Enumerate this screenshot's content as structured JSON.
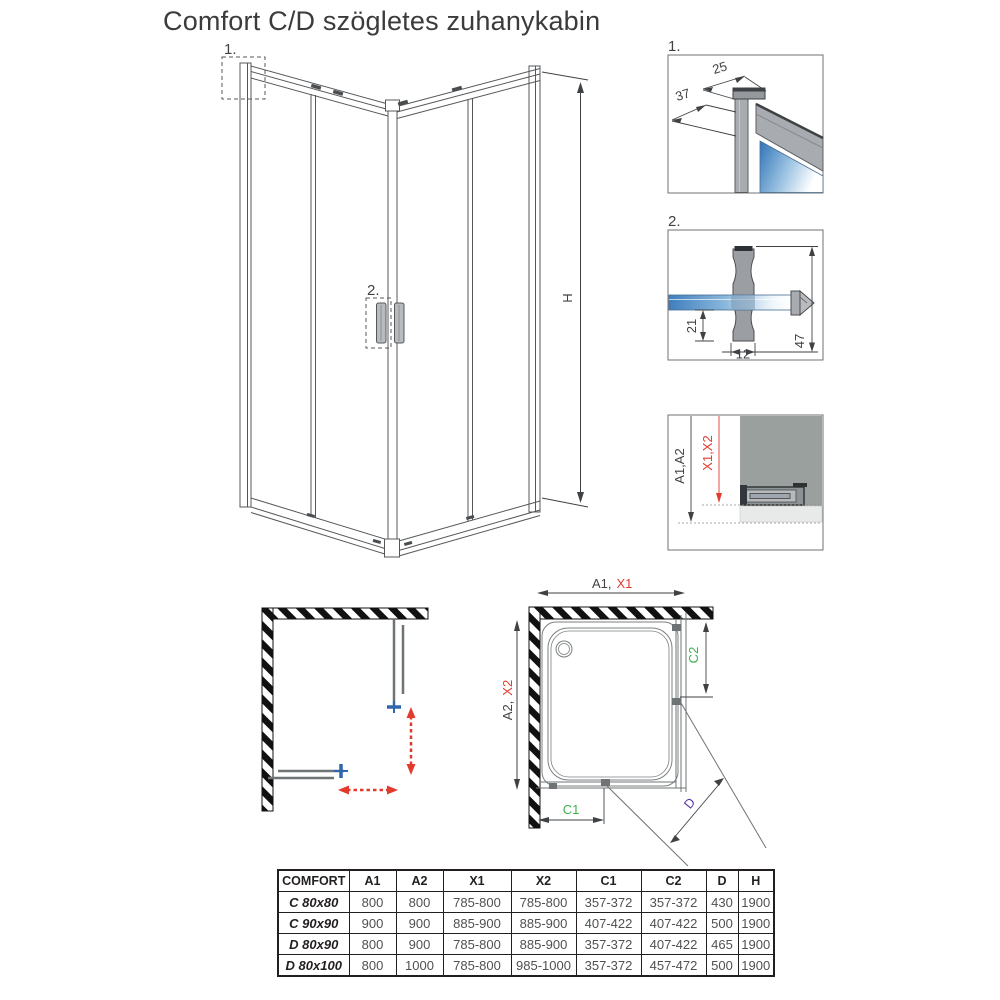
{
  "title": "Comfort C/D szögletes zuhanykabin",
  "colors": {
    "accent_red": "#e23b2e",
    "accent_green": "#3faf4c",
    "accent_purple": "#5b35a3",
    "glass_blue": "#2f74b8",
    "handle_mark_blue": "#2f66ad"
  },
  "main_drawing": {
    "callout_1": "1.",
    "callout_2": "2.",
    "height_dim": "H"
  },
  "detail_1": {
    "label": "1.",
    "width_dim": "25",
    "depth_dim": "37"
  },
  "detail_2": {
    "label": "2.",
    "glass_offset_dim": "21",
    "handle_width_dim": "12",
    "handle_height_dim": "47"
  },
  "detail_3": {
    "outer_dim": "A1,A2",
    "adjust_dim": "X1,X2"
  },
  "plan_view": {
    "top_dim_a": "A1,",
    "top_dim_x": "X1",
    "side_dim_a": "A2,",
    "side_dim_x": "X2",
    "entry_dim_1": "C1",
    "entry_dim_2": "C2",
    "door_dim": "D"
  },
  "table": {
    "headers": [
      "COMFORT",
      "A1",
      "A2",
      "X1",
      "X2",
      "C1",
      "C2",
      "D",
      "H"
    ],
    "rows": [
      {
        "cells": [
          "C 80x80",
          "800",
          "800",
          "785-800",
          "785-800",
          "357-372",
          "357-372",
          "430",
          "1900"
        ]
      },
      {
        "cells": [
          "C 90x90",
          "900",
          "900",
          "885-900",
          "885-900",
          "407-422",
          "407-422",
          "500",
          "1900"
        ]
      },
      {
        "cells": [
          "D 80x90",
          "800",
          "900",
          "785-800",
          "885-900",
          "357-372",
          "407-422",
          "465",
          "1900"
        ]
      },
      {
        "cells": [
          "D 80x100",
          "800",
          "1000",
          "785-800",
          "985-1000",
          "357-372",
          "457-472",
          "500",
          "1900"
        ]
      }
    ]
  }
}
